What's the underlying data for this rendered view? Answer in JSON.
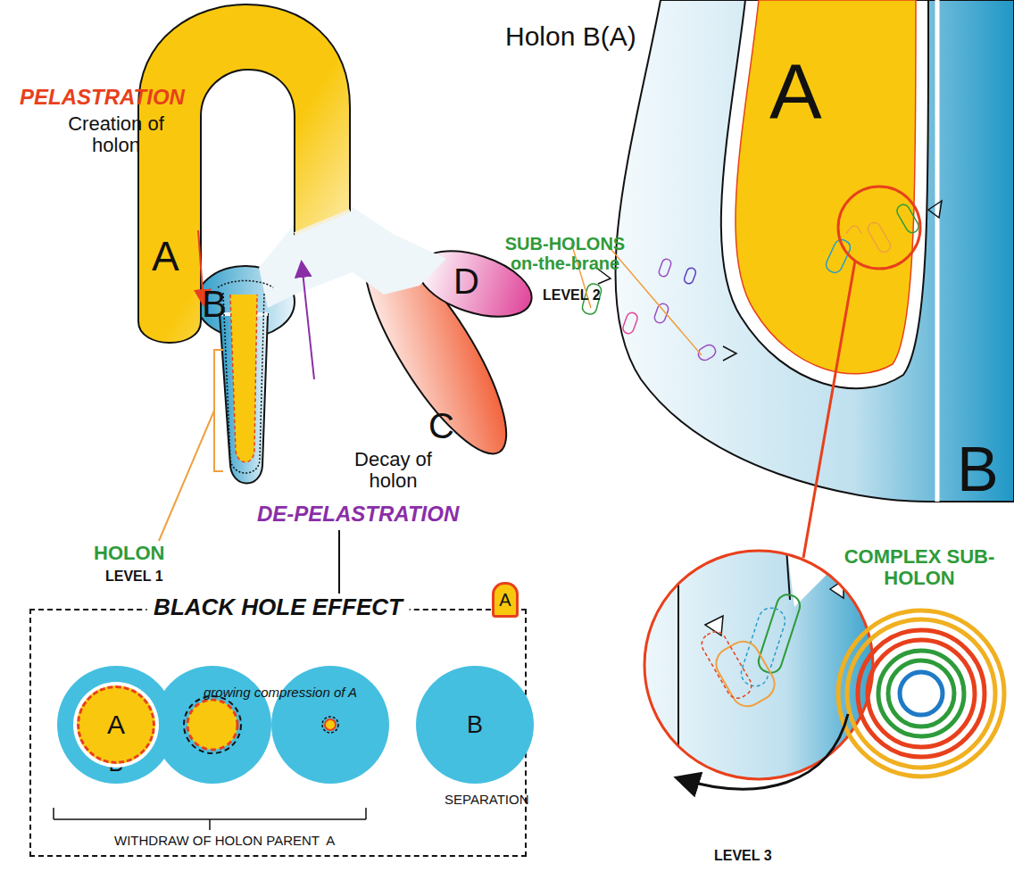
{
  "diagram": {
    "nodes": [
      {
        "text": [
          "BLACK HOLE EFFECT"
        ]
      },
      {
        "text": [
          "B"
        ],
        "in": 0
      },
      {
        "text": [
          "A"
        ],
        "in": 1
      },
      {
        "text": [
          "B"
        ],
        "in": 0
      },
      {
        "text": [
          "A"
        ]
      }
    ],
    "labels": [
      "PELASTRATION",
      "Creation of holon",
      "A",
      "B",
      "C",
      "D",
      "HOLON",
      "LEVEL 1",
      "Decay of holon",
      "DE-PELASTRATION",
      "growing compression of A",
      "SEPARATION",
      "WITHDRAW OF HOLON PARENT  A",
      "Holon B(A)",
      "A",
      "B",
      "SUB-HOLONS on-the-brane",
      "LEVEL 2",
      "COMPLEX SUB-HOLON",
      "LEVEL 3"
    ]
  }
}
